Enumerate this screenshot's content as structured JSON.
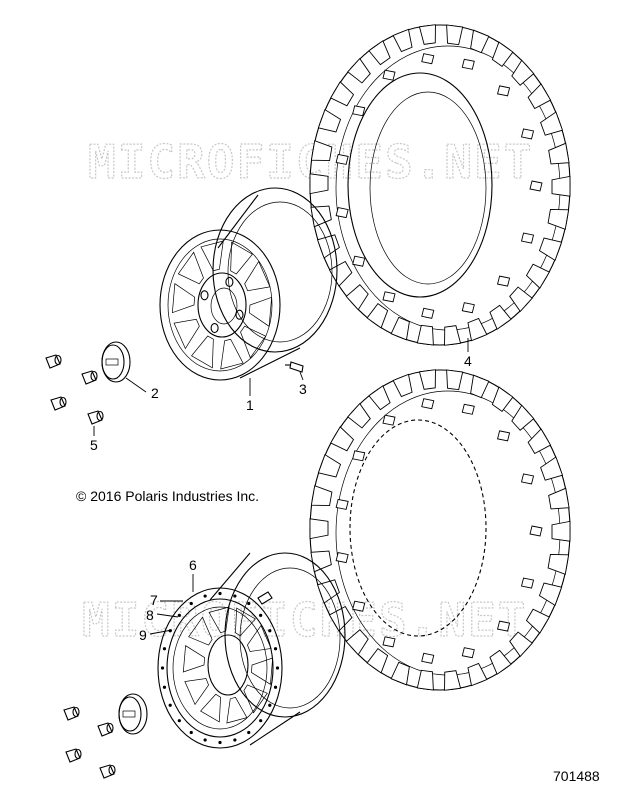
{
  "watermark": "MICROFICHES.NET",
  "copyright": "© 2016 Polaris Industries Inc.",
  "figure_id": "701488",
  "callouts": {
    "c1": "1",
    "c2": "2",
    "c3": "3",
    "c4": "4",
    "c5": "5",
    "c6": "6",
    "c7": "7",
    "c8": "8",
    "c9": "9"
  }
}
